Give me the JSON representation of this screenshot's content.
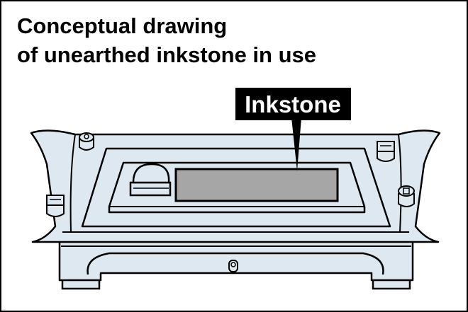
{
  "title": {
    "line1": "Conceptual drawing",
    "line2": "of unearthed inkstone in use"
  },
  "callout": {
    "label": "Inkstone"
  },
  "colors": {
    "furniture_fill": "#dde8f0",
    "inkstone_fill": "#a6a6a6",
    "outline": "#000000",
    "label_bg": "#000000",
    "label_text": "#ffffff"
  }
}
